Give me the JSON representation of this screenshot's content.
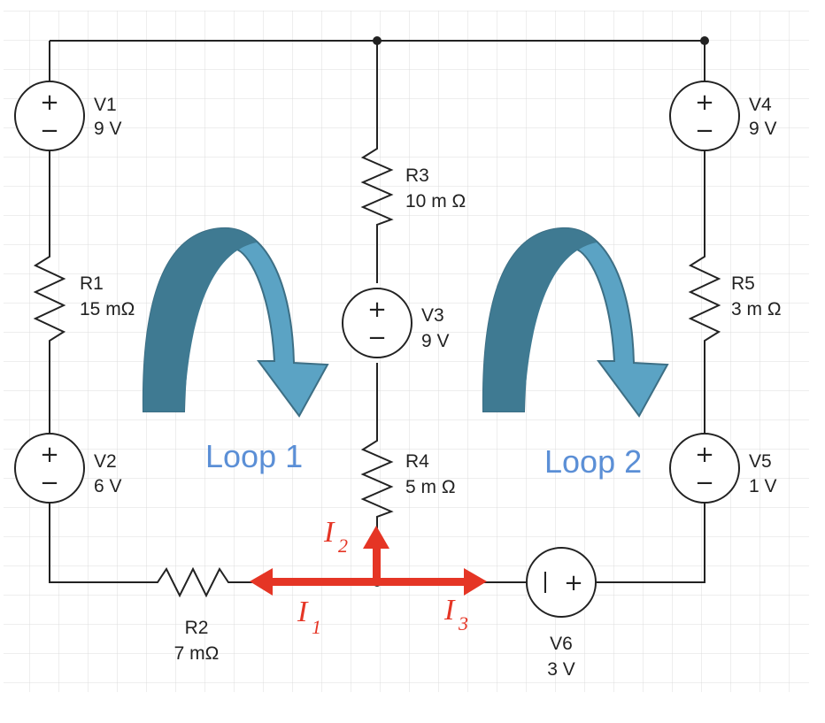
{
  "components": {
    "v1": {
      "name": "V1",
      "value": "9 V"
    },
    "v2": {
      "name": "V2",
      "value": "6 V"
    },
    "v3": {
      "name": "V3",
      "value": "9 V"
    },
    "v4": {
      "name": "V4",
      "value": "9 V"
    },
    "v5": {
      "name": "V5",
      "value": "1 V"
    },
    "v6": {
      "name": "V6",
      "value": "3 V"
    },
    "r1": {
      "name": "R1",
      "value": "15 mΩ"
    },
    "r2": {
      "name": "R2",
      "value": "7 mΩ"
    },
    "r3": {
      "name": "R3",
      "value": "10 m Ω"
    },
    "r4": {
      "name": "R4",
      "value": "5 m Ω"
    },
    "r5": {
      "name": "R5",
      "value": "3 m Ω"
    }
  },
  "loops": {
    "loop1": "Loop 1",
    "loop2": "Loop 2"
  },
  "currents": {
    "i1": {
      "symbol": "I",
      "sub": "1"
    },
    "i2": {
      "symbol": "I",
      "sub": "2"
    },
    "i3": {
      "symbol": "I",
      "sub": "3"
    }
  },
  "symbols": {
    "plus": "+",
    "minus": "−"
  },
  "colors": {
    "wire": "#222222",
    "grid": "#d9d9d9",
    "arrow_fill": "#5ba3c4",
    "arrow_dark": "#3f7a92",
    "current": "#e53525",
    "loop_text": "#5b8fd6"
  }
}
